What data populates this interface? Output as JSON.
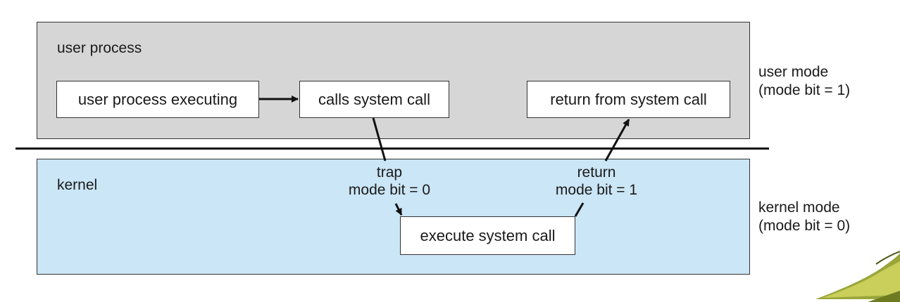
{
  "user_region": {
    "title": "user process"
  },
  "kernel_region": {
    "title": "kernel"
  },
  "boxes": {
    "user_process_executing": "user process executing",
    "calls_system_call": "calls system call",
    "return_from_system_call": "return from system call",
    "execute_system_call": "execute system call"
  },
  "labels": {
    "trap": {
      "line1": "trap",
      "line2": "mode bit = 0"
    },
    "return": {
      "line1": "return",
      "line2": "mode bit = 1"
    }
  },
  "modes": {
    "user": {
      "line1": "user mode",
      "line2": "(mode bit = 1)"
    },
    "kernel": {
      "line1": "kernel mode",
      "line2": "(mode bit = 0)"
    }
  },
  "colors": {
    "user_region": "#d6d6d6",
    "kernel_region": "#cbe6f6",
    "box": "#ffffff",
    "line": "#111111"
  }
}
